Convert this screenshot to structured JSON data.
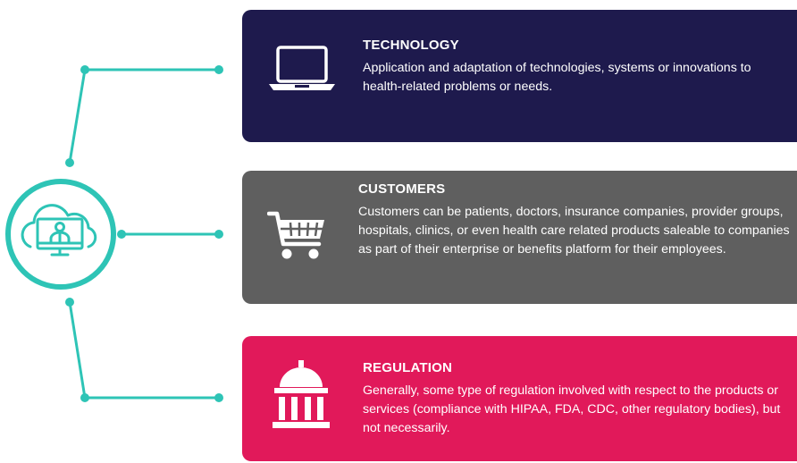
{
  "colors": {
    "teal": "#2ec4b6",
    "technology": "#1e1a4d",
    "customers": "#5f5f5f",
    "regulation": "#e1195a"
  },
  "hub": {
    "icon": "cloud-telemedicine-icon"
  },
  "cards": [
    {
      "key": "technology",
      "title": "TECHNOLOGY",
      "body": "Application and adaptation of technologies, systems or innovations to health-related problems or needs.",
      "icon": "laptop-icon"
    },
    {
      "key": "customers",
      "title": "CUSTOMERS",
      "body": "Customers can be patients, doctors, insurance companies, provider groups, hospitals, clinics, or even health care related products saleable to companies as part of their enterprise or benefits platform for their employees.",
      "icon": "shopping-cart-icon"
    },
    {
      "key": "regulation",
      "title": "REGULATION",
      "body": "Generally, some type of regulation involved with respect to the products or services (compliance with HIPAA, FDA, CDC, other regulatory bodies), but not necessarily.",
      "icon": "government-building-icon"
    }
  ]
}
